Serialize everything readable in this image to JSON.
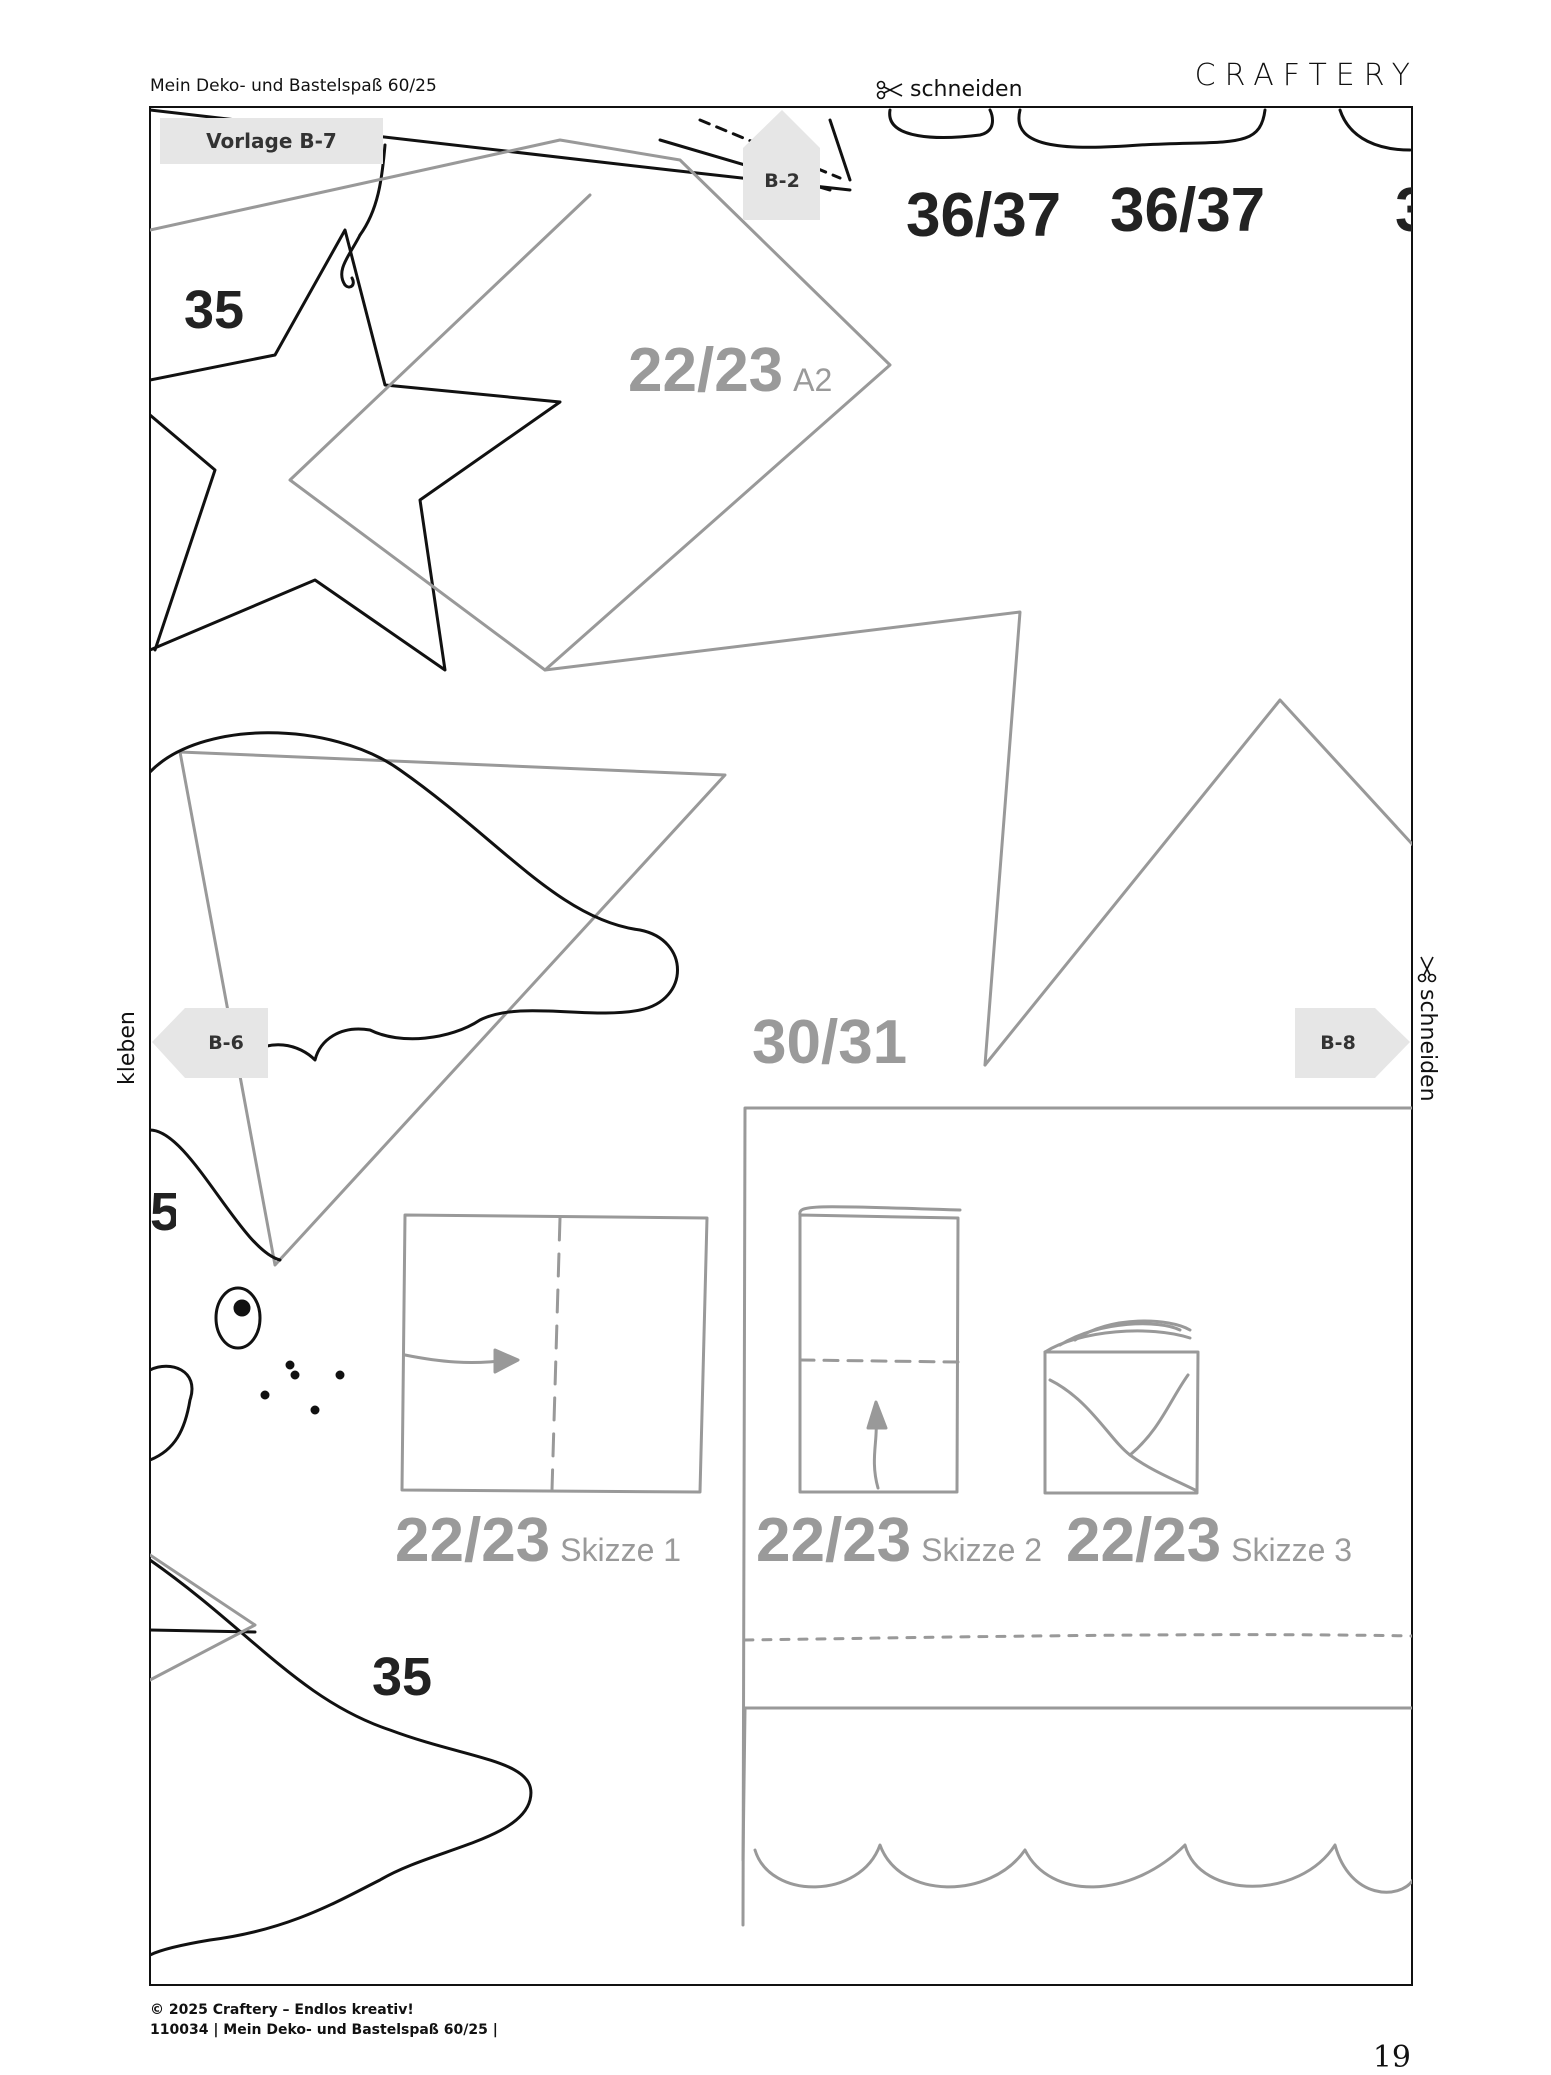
{
  "header": {
    "title": "Mein Deko- und Bastelspaß 60/25",
    "brand": "CRAFTERY",
    "cut_label": "schneiden"
  },
  "template_label": "Vorlage B-7",
  "nav": {
    "top": "B-2",
    "left": "B-6",
    "right": "B-8"
  },
  "side": {
    "left": "kleben",
    "right": "schneiden"
  },
  "labels": {
    "n3637a": "36/37",
    "n3637b": "36/37",
    "n3637c": "3",
    "n35top": "35",
    "n2223a2": "22/23",
    "a2": "A2",
    "n3031": "30/31",
    "n5": "5",
    "sk1_num": "22/23",
    "sk1": "Skizze 1",
    "sk2_num": "22/23",
    "sk2": "Skizze 2",
    "sk3_num": "22/23",
    "sk3": "Skizze 3",
    "n35bottom": "35"
  },
  "icons": {
    "scissors": "scissors-icon"
  },
  "footer": {
    "line1": "© 2025 Craftery – Endlos kreativ!",
    "line2": "110034 | Mein Deko- und Bastelspaß 60/25 |",
    "page": "19"
  }
}
